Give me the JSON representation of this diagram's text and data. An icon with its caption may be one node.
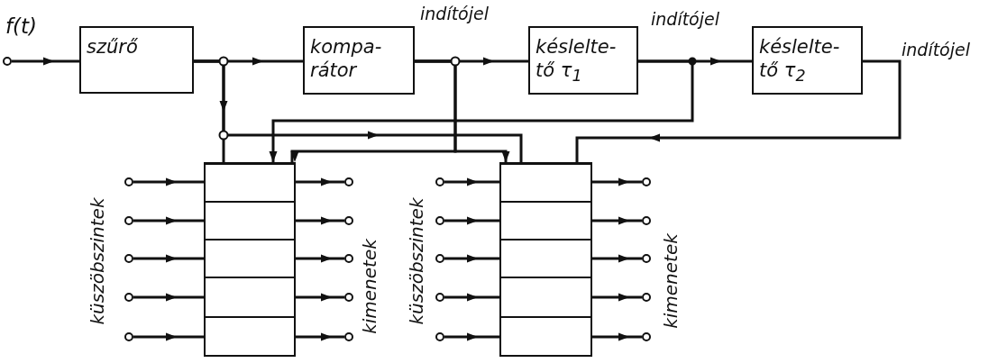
{
  "diagram": {
    "nodes": [
      {
        "text": [
          "szűrő"
        ]
      },
      {
        "text": [
          "kompa- rátor"
        ]
      },
      {
        "text": [
          "késlelte- tő τ$_{1}$"
        ]
      },
      {
        "text": [
          "késlelte- tő τ$_{2}$"
        ]
      },
      {
        "text": [],
        "shape": "box"
      },
      {
        "text": [],
        "shape": "box",
        "in": 4
      },
      {
        "text": [],
        "shape": "box",
        "in": 4
      },
      {
        "text": [],
        "shape": "box",
        "in": 4
      },
      {
        "text": [],
        "shape": "box",
        "in": 4
      },
      {
        "text": [],
        "shape": "box",
        "in": 4
      },
      {
        "text": [],
        "shape": "box"
      },
      {
        "text": [],
        "shape": "box",
        "in": 10
      },
      {
        "text": [],
        "shape": "box",
        "in": 10
      },
      {
        "text": [],
        "shape": "box",
        "in": 10
      },
      {
        "text": [],
        "shape": "box",
        "in": 10
      },
      {
        "text": [],
        "shape": "box",
        "in": 10
      },
      {
        "text": [],
        "shape": "circle",
        "beside": [
          "f(t)"
        ]
      },
      {
        "text": [],
        "shape": "circle"
      },
      {
        "text": [],
        "shape": "circle"
      },
      {
        "text": [],
        "shape": "circle"
      },
      {
        "text": [],
        "shape": "circle"
      },
      {
        "text": [],
        "shape": "circle"
      },
      {
        "text": [],
        "shape": "circle"
      },
      {
        "text": [],
        "shape": "circle"
      },
      {
        "text": [],
        "shape": "circle"
      },
      {
        "text": [],
        "shape": "circle"
      },
      {
        "text": [],
        "shape": "circle"
      },
      {
        "text": [],
        "shape": "circle"
      },
      {
        "text": [],
        "shape": "circle"
      },
      {
        "text": [],
        "shape": "circle"
      },
      {
        "text": [],
        "shape": "circle"
      },
      {
        "text": [],
        "shape": "circle"
      },
      {
        "text": [],
        "shape": "circle"
      },
      {
        "text": [],
        "shape": "circle"
      },
      {
        "text": [],
        "shape": "circle"
      },
      {
        "text": [],
        "shape": "circle"
      },
      {
        "text": [],
        "shape": "circle"
      }
    ],
    "edges": [
      {
        "from": 16,
        "to": 0,
        "arrow": "to"
      },
      {
        "from": 0,
        "to": 1,
        "arrow": "to"
      },
      {
        "from": 0,
        "to": 4,
        "arrow": "to"
      },
      {
        "from": 0,
        "to": 10,
        "arrow": "to"
      },
      {
        "from": 1,
        "to": 2,
        "arrow": "to",
        "label": "indítójel"
      },
      {
        "from": 1,
        "to": 4,
        "arrow": "to"
      },
      {
        "from": 1,
        "to": 10,
        "arrow": "to"
      },
      {
        "from": 2,
        "to": 3,
        "arrow": "to",
        "label": "indítójel"
      },
      {
        "from": 2,
        "to": 4,
        "arrow": "to"
      },
      {
        "from": 3,
        "to": 10,
        "arrow": "to",
        "label": "indítójel"
      },
      {
        "from": 17,
        "to": 5,
        "arrow": "to"
      },
      {
        "from": 18,
        "to": 6,
        "arrow": "to"
      },
      {
        "from": 19,
        "to": 7,
        "arrow": "to"
      },
      {
        "from": 20,
        "to": 8,
        "arrow": "to"
      },
      {
        "from": 21,
        "to": 9,
        "arrow": "to"
      },
      {
        "from": 5,
        "to": 22,
        "arrow": "to"
      },
      {
        "from": 6,
        "to": 23,
        "arrow": "to"
      },
      {
        "from": 7,
        "to": 24,
        "arrow": "to"
      },
      {
        "from": 8,
        "to": 25,
        "arrow": "to"
      },
      {
        "from": 9,
        "to": 26,
        "arrow": "to"
      },
      {
        "from": 27,
        "to": 11,
        "arrow": "to"
      },
      {
        "from": 28,
        "to": 12,
        "arrow": "to"
      },
      {
        "from": 29,
        "to": 13,
        "arrow": "to"
      },
      {
        "from": 30,
        "to": 14,
        "arrow": "to"
      },
      {
        "from": 31,
        "to": 15,
        "arrow": "to"
      },
      {
        "from": 11,
        "to": 32,
        "arrow": "to"
      },
      {
        "from": 12,
        "to": 33,
        "arrow": "to"
      },
      {
        "from": 13,
        "to": 34,
        "arrow": "to"
      },
      {
        "from": 14,
        "to": 35,
        "arrow": "to"
      },
      {
        "from": 15,
        "to": 36,
        "arrow": "to"
      }
    ],
    "labels": [
      "küszöbszintek",
      "kimenetek",
      "küszöbszintek",
      "kimenetek"
    ]
  }
}
